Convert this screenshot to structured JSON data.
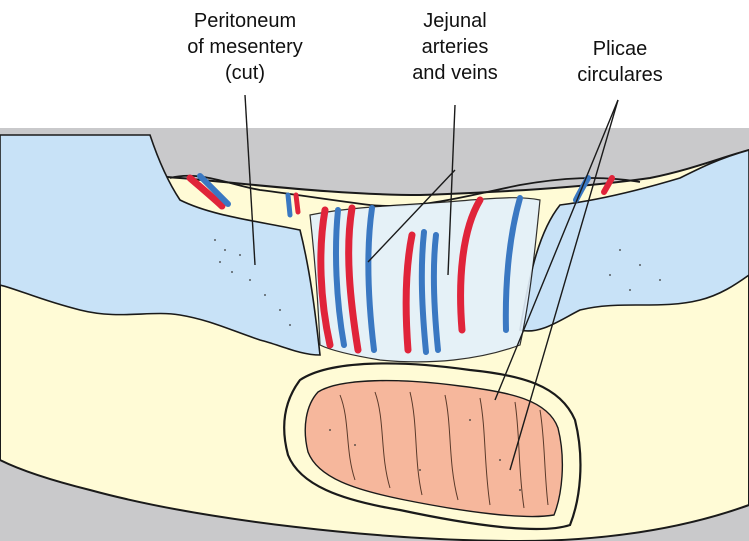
{
  "labels": {
    "peritoneum": "Peritoneum\nof mesentery\n(cut)",
    "jejunal": "Jejunal\narteries\nand veins",
    "plicae": "Plicae\ncirculares"
  },
  "colors": {
    "background_band": "#c9c9cb",
    "bowel_wall": "#fffbd6",
    "peritoneum": "#c8e2f7",
    "artery": "#e0243a",
    "vein": "#3a78c2",
    "mucosa": "#f6b79c",
    "outline": "#1a1a1a"
  }
}
